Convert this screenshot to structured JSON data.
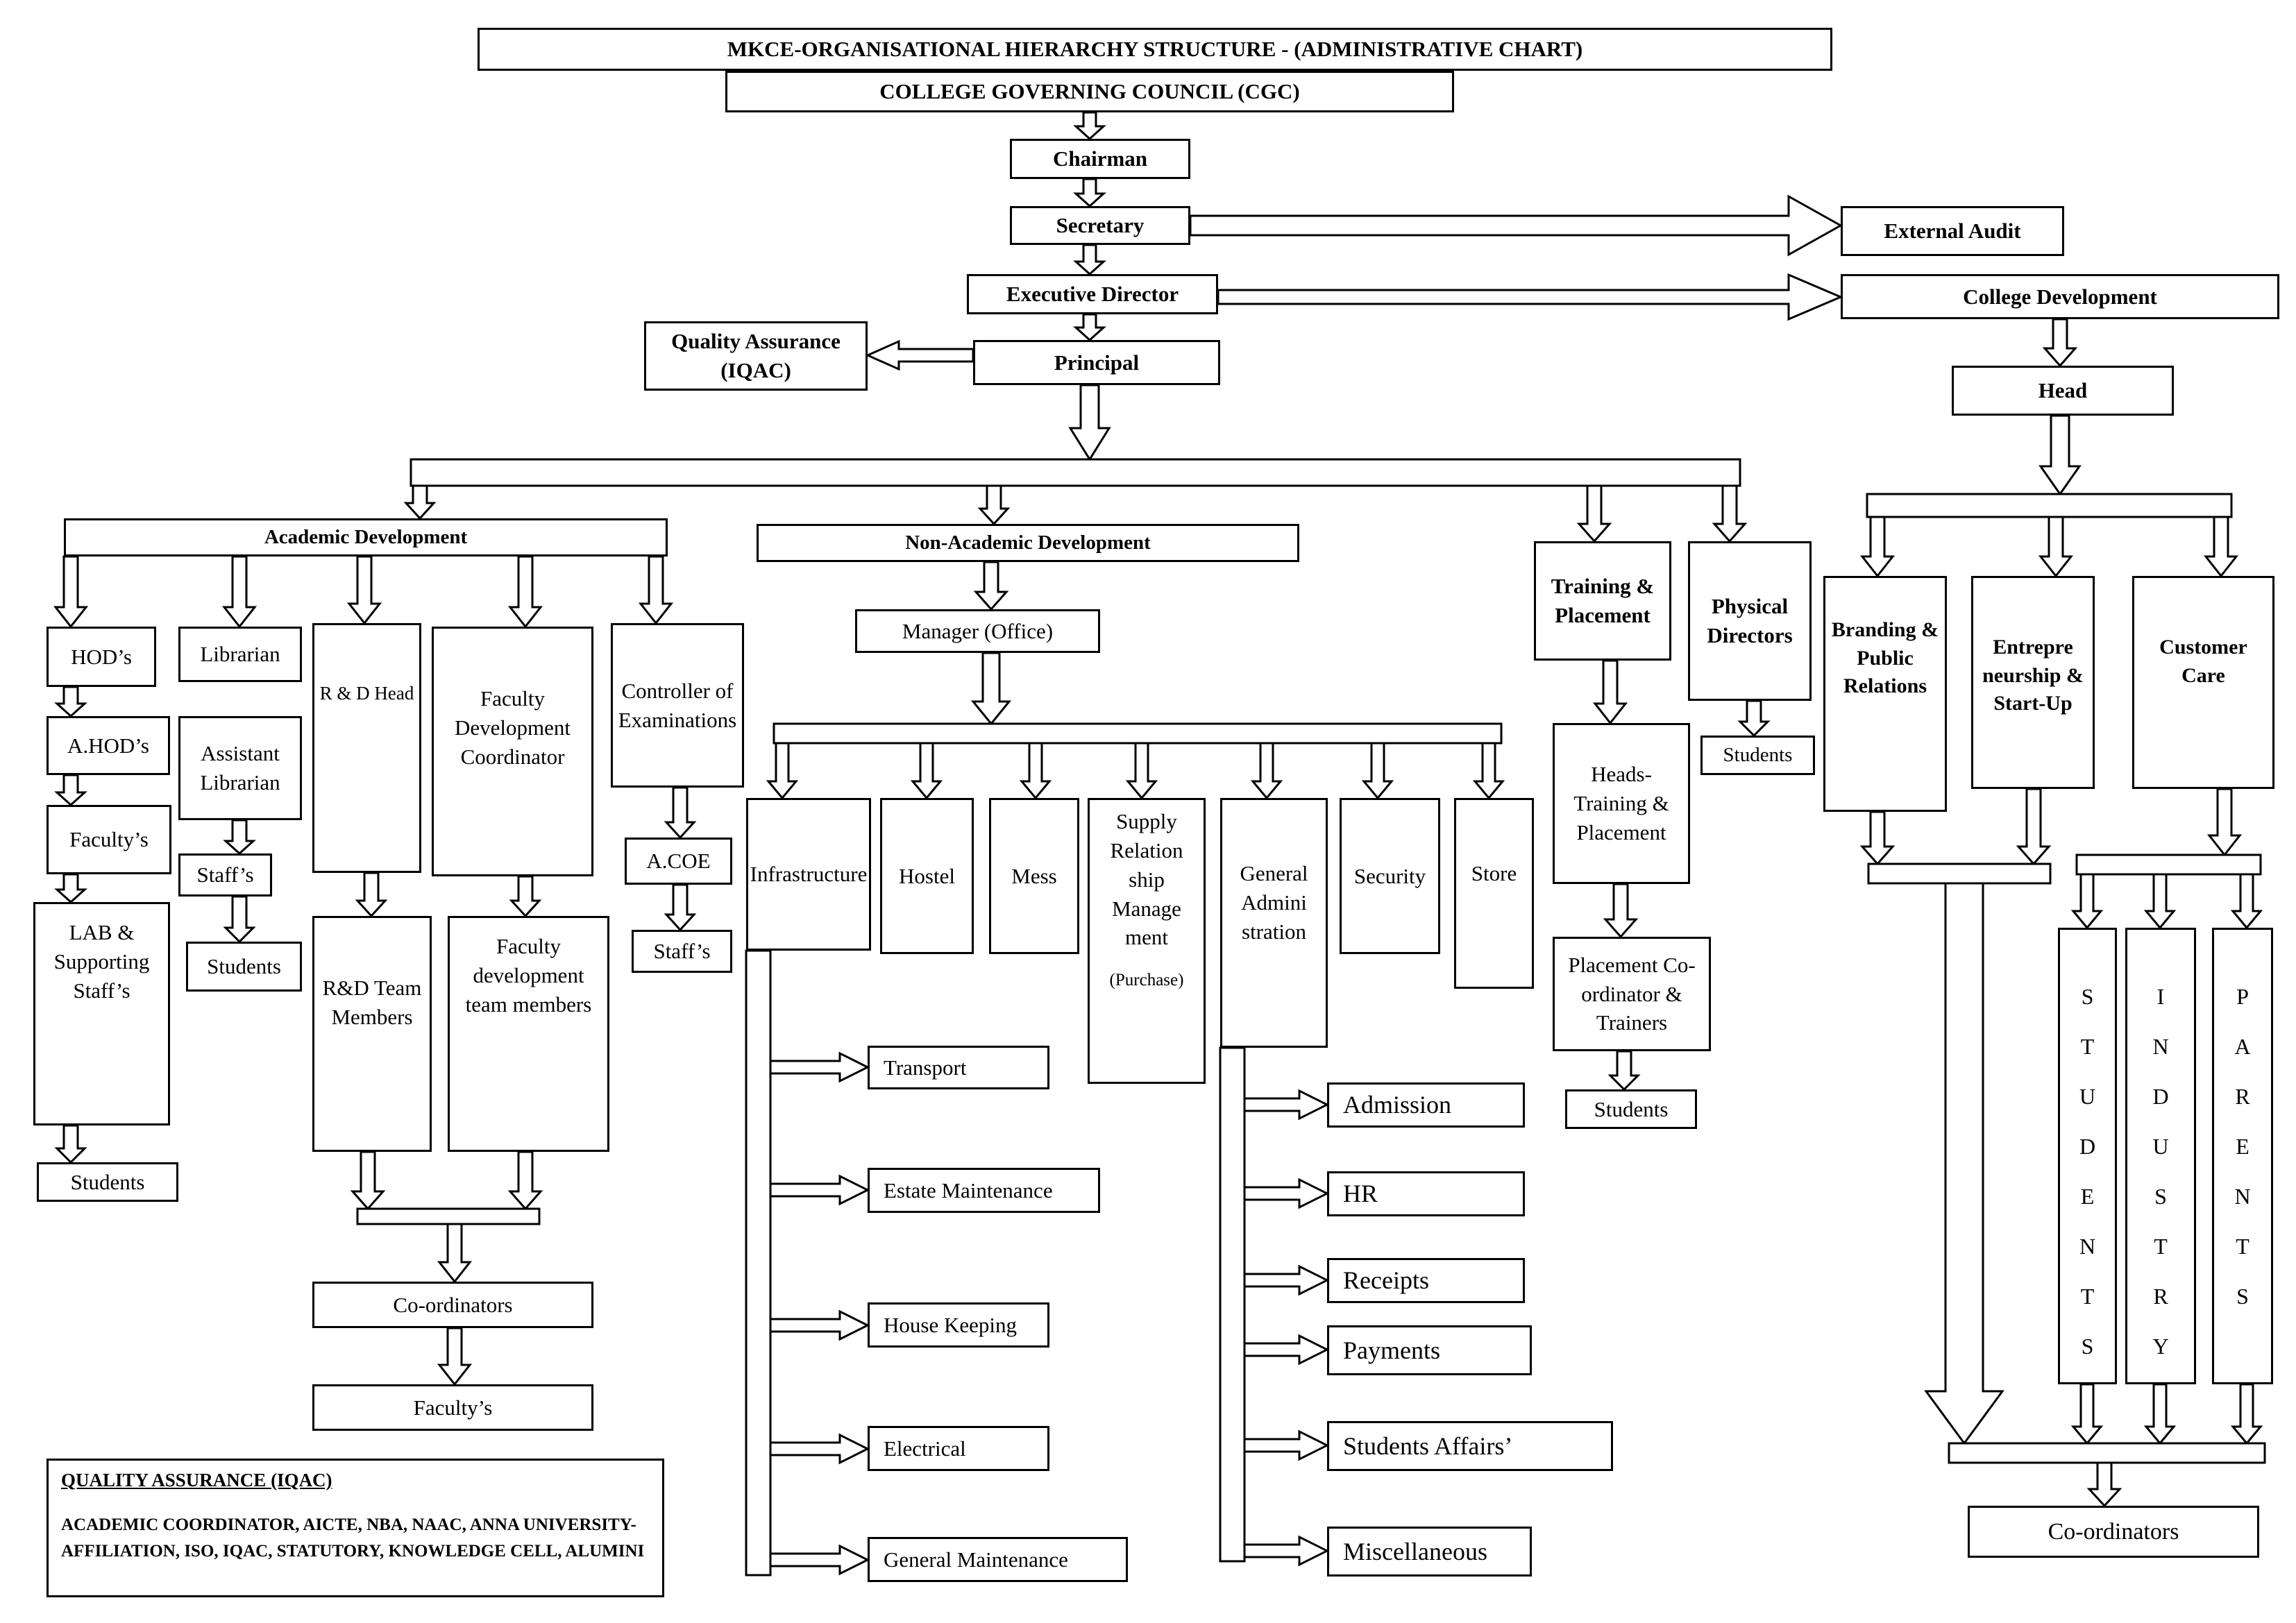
{
  "title": "MKCE-ORGANISATIONAL HIERARCHY STRUCTURE - (ADMINISTRATIVE CHART)",
  "cgc": "COLLEGE GOVERNING COUNCIL (CGC)",
  "chairman": "Chairman",
  "secretary": "Secretary",
  "external_audit": "External Audit",
  "executive_director": "Executive Director",
  "college_development": "College Development",
  "quality_assurance": "Quality Assurance (IQAC)",
  "principal": "Principal",
  "head": "Head",
  "academic": {
    "title": "Academic Development",
    "hods": "HOD’s",
    "ahods": "A.HOD’s",
    "faculty": "Faculty’s",
    "lab_staff": "LAB & Supporting Staff’s",
    "hod_students": "Students",
    "librarian": "Librarian",
    "asst_librarian": "Assistant Librarian",
    "lib_staff": "Staff’s",
    "lib_students": "Students",
    "rd_head": "R & D Head",
    "rd_team": "R&D Team Members",
    "fdc": "Faculty Development Coordinator",
    "fd_team": "Faculty development team members",
    "coordinators": "Co-ordinators",
    "coord_faculty": "Faculty’s",
    "coe": "Controller of Examinations",
    "acoe": "A.COE",
    "coe_staff": "Staff’s"
  },
  "non_academic": {
    "title": "Non-Academic Development",
    "manager": "Manager (Office)",
    "infrastructure": "Infrastructure",
    "hostel": "Hostel",
    "mess": "Mess",
    "supply": "Supply Relation ship Manage ment",
    "purchase": "(Purchase)",
    "general_admin": "General Admini stration",
    "security": "Security",
    "store": "Store",
    "infra_items": [
      "Transport",
      "Estate Maintenance",
      "House Keeping",
      "Electrical",
      "General Maintenance"
    ],
    "admin_items": [
      "Admission",
      "HR",
      "Receipts",
      "Payments",
      "Students Affairs’",
      "Miscellaneous"
    ]
  },
  "training": {
    "title": "Training & Placement",
    "heads": "Heads-Training & Placement",
    "coordinator": "Placement Co-ordinator & Trainers",
    "students": "Students"
  },
  "physical": {
    "title": "Physical Directors",
    "students": "Students"
  },
  "college_dev": {
    "branding": "Branding & Public Relations",
    "entrepreneurship": "Entrepre neurship & Start-Up",
    "customer_care": "Customer Care",
    "students_vertical": "S\nT\nU\nD\nE\nN\nT\nS",
    "industry_vertical": "I\nN\nD\nU\nS\nT\nR\nY",
    "parents_vertical": "P\nA\nR\nE\nN\nT\nS",
    "coordinators": "Co-ordinators"
  },
  "iqac_note": {
    "heading": "QUALITY ASSURANCE (IQAC)",
    "body": "ACADEMIC COORDINATOR, AICTE, NBA, NAAC, ANNA UNIVERSITY-AFFILIATION, ISO, IQAC, STATUTORY, KNOWLEDGE CELL, ALUMINI"
  }
}
